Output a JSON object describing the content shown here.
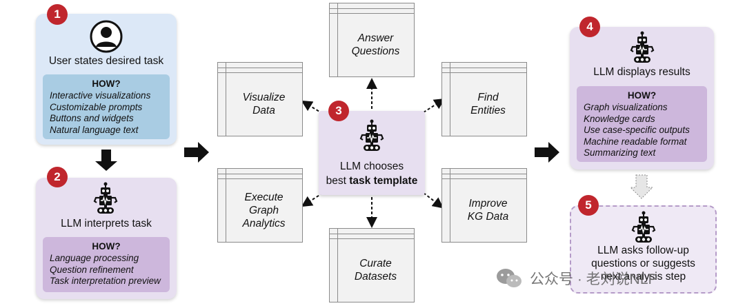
{
  "colors": {
    "badge": "#c0262d",
    "blue_panel": "#dce8f7",
    "purple_panel": "#e7dff0",
    "how_blue": "#a9cce3",
    "how_purple": "#cdb7dc"
  },
  "step1": {
    "number": "1",
    "title": "User states desired task",
    "icon": "user-avatar-icon",
    "how_title": "HOW?",
    "items": [
      "Interactive visualizations",
      "Customizable prompts",
      "Buttons and widgets",
      "Natural language text"
    ]
  },
  "step2": {
    "number": "2",
    "title": "LLM interprets task",
    "icon": "robot-icon",
    "how_title": "HOW?",
    "items": [
      "Language processing",
      "Question refinement",
      "Task interpretation preview"
    ]
  },
  "step3": {
    "number": "3",
    "line1": "LLM chooses",
    "line2_prefix": "best ",
    "line2_bold": "task template",
    "icon": "robot-icon"
  },
  "templates": {
    "answer": [
      "Answer",
      "Questions"
    ],
    "visualize": [
      "Visualize",
      "Data"
    ],
    "find": [
      "Find",
      "Entities"
    ],
    "execute": [
      "Execute",
      "Graph",
      "Analytics"
    ],
    "improve": [
      "Improve",
      "KG Data"
    ],
    "curate": [
      "Curate",
      "Datasets"
    ]
  },
  "step4": {
    "number": "4",
    "title": "LLM displays results",
    "icon": "robot-icon",
    "how_title": "HOW?",
    "items": [
      "Graph visualizations",
      "Knowledge cards",
      "Use case-specific outputs",
      "Machine readable format",
      "Summarizing text"
    ]
  },
  "step5": {
    "number": "5",
    "title_lines": [
      "LLM asks follow-up",
      "questions or suggests",
      "next analysis step"
    ],
    "icon": "robot-icon"
  },
  "watermark": {
    "text": "公众号 · 老刘说NLP",
    "icon": "wechat-icon"
  }
}
